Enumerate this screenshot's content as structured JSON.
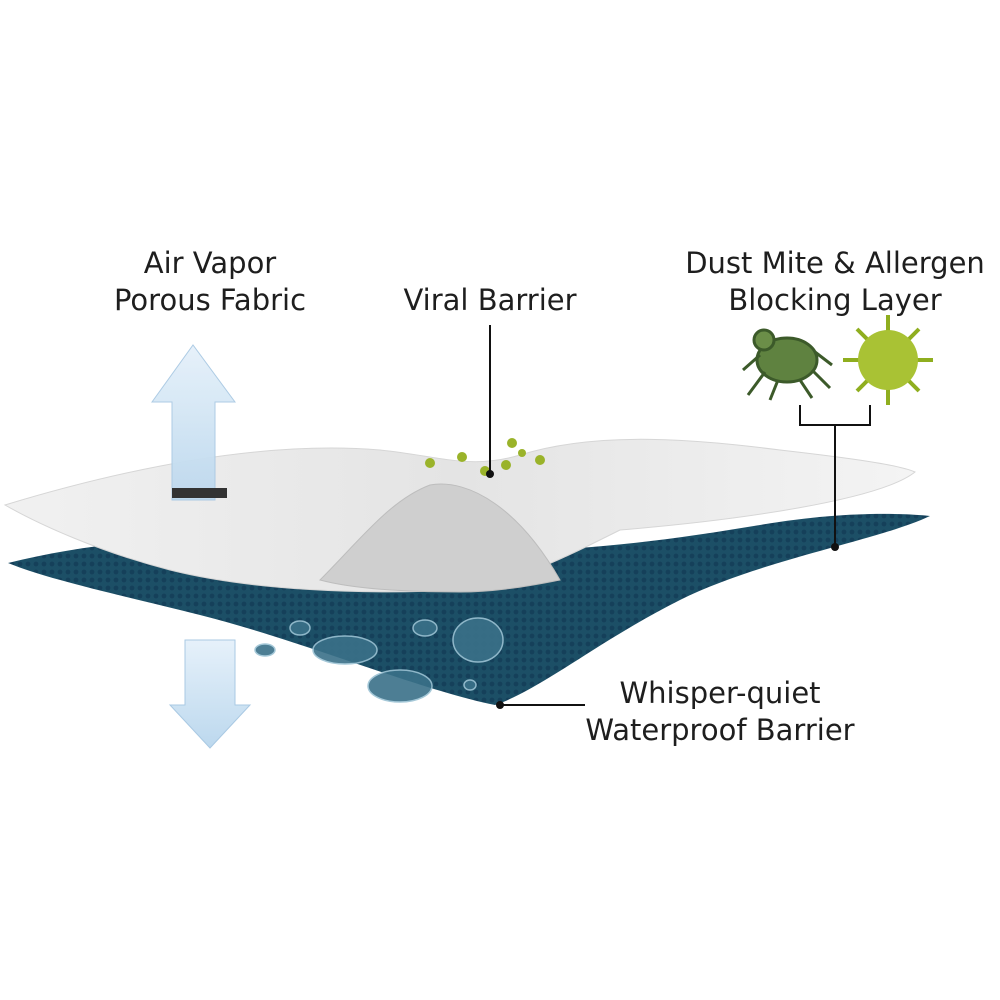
{
  "labels": {
    "air_vapor": {
      "line1": "Air Vapor",
      "line2": "Porous Fabric"
    },
    "viral": {
      "line1": "Viral Barrier"
    },
    "dust_mite": {
      "line1": "Dust Mite & Allergen",
      "line2": "Blocking Layer"
    },
    "waterproof": {
      "line1": "Whisper-quiet",
      "line2": "Waterproof Barrier"
    }
  },
  "colors": {
    "top_layer": "#e9e9e9",
    "bottom_layer": "#1c4f66",
    "arrow": "#cfe3f3",
    "virus": "#9ab32a",
    "leader": "#111111"
  }
}
